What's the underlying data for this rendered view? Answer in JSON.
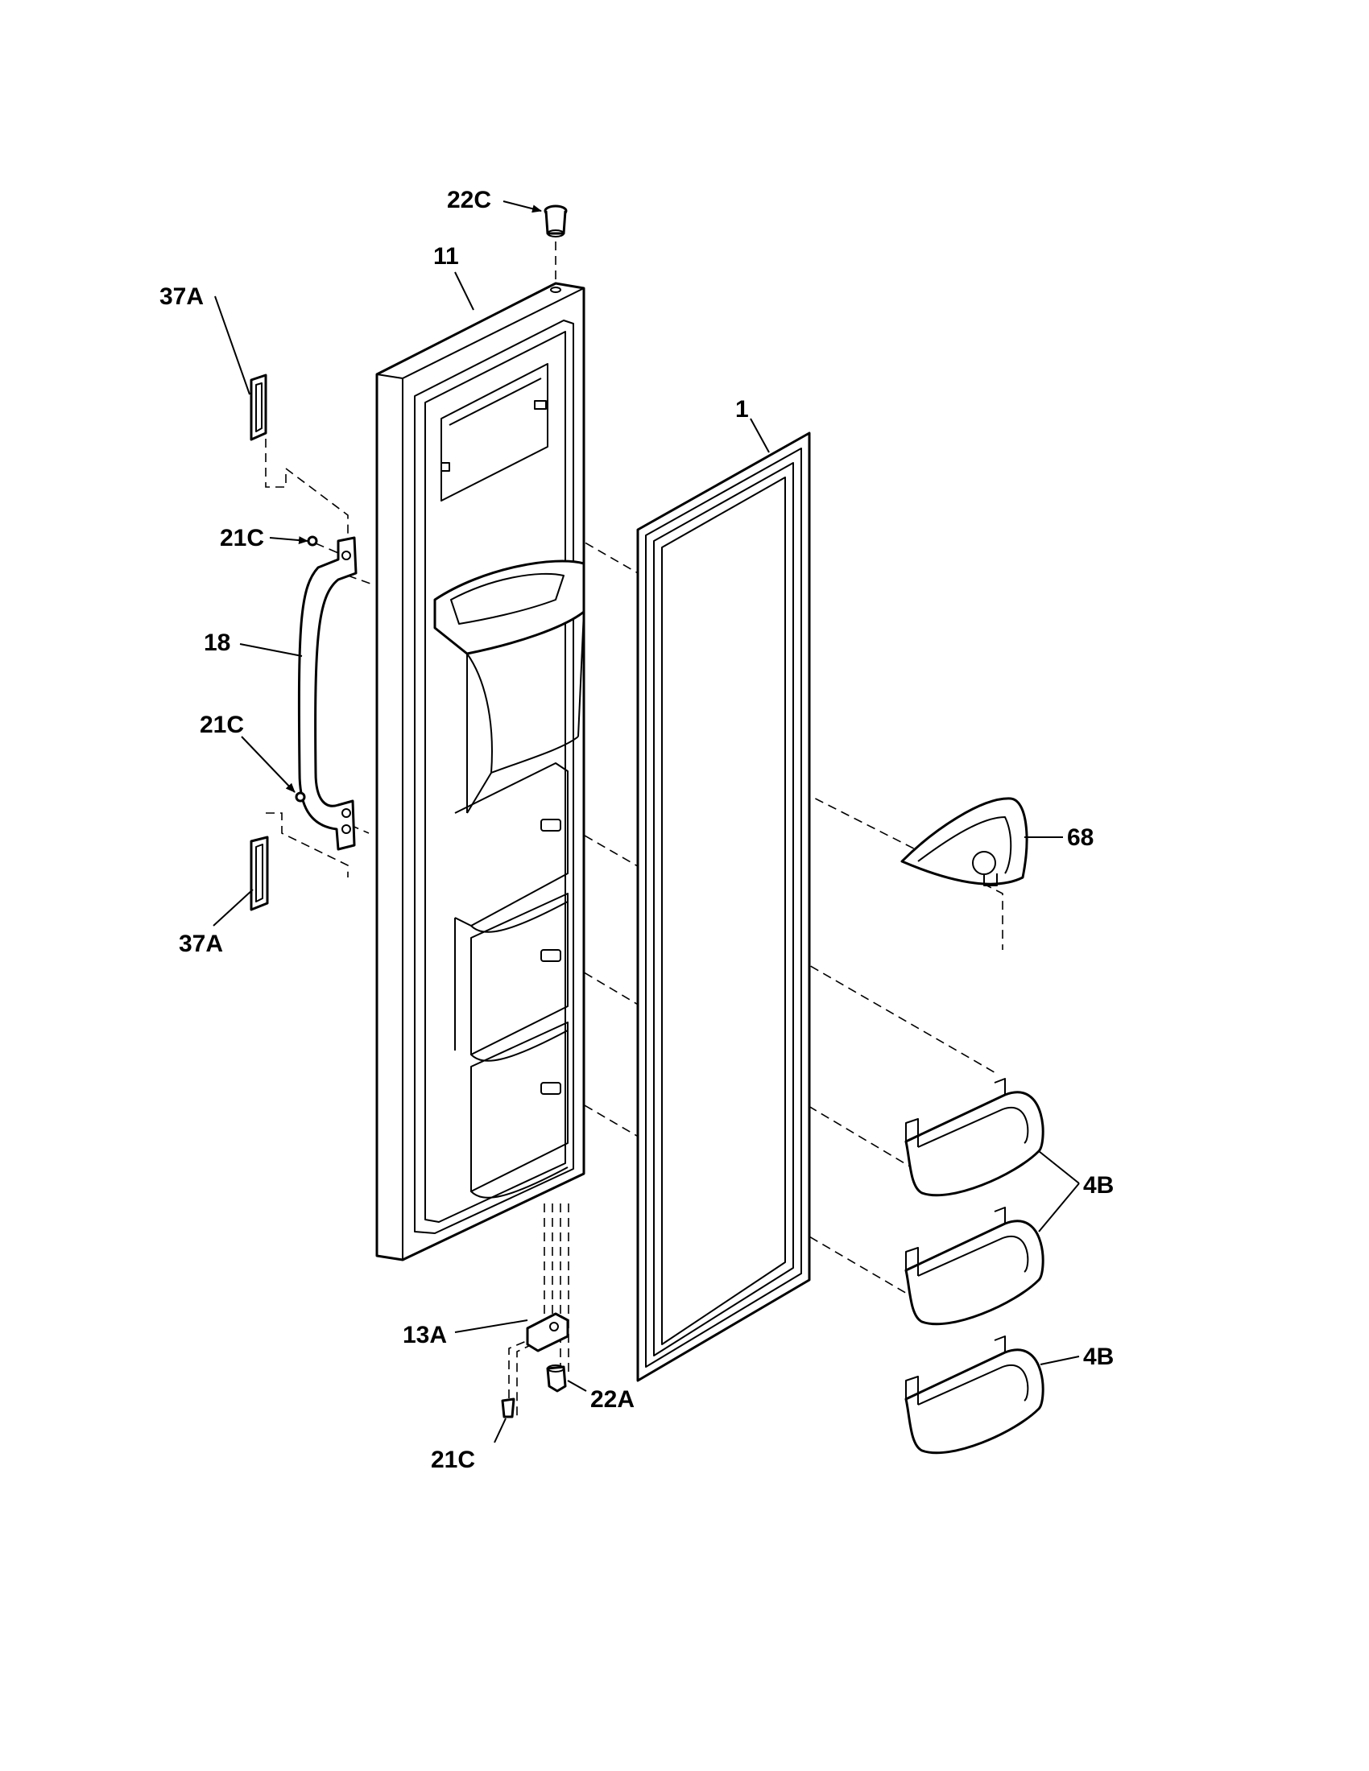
{
  "callouts": {
    "c22c_top": "22C",
    "c11": "11",
    "c37a_top": "37A",
    "c1": "1",
    "c21c_top": "21C",
    "c18": "18",
    "c21c_mid": "21C",
    "c68": "68",
    "c37a_bottom": "37A",
    "c4b_top": "4B",
    "c13a": "13A",
    "c4b_bottom": "4B",
    "c22a": "22A",
    "c21c_bottom": "21C"
  },
  "icons": {
    "arrowhead": "arrowhead-icon"
  }
}
